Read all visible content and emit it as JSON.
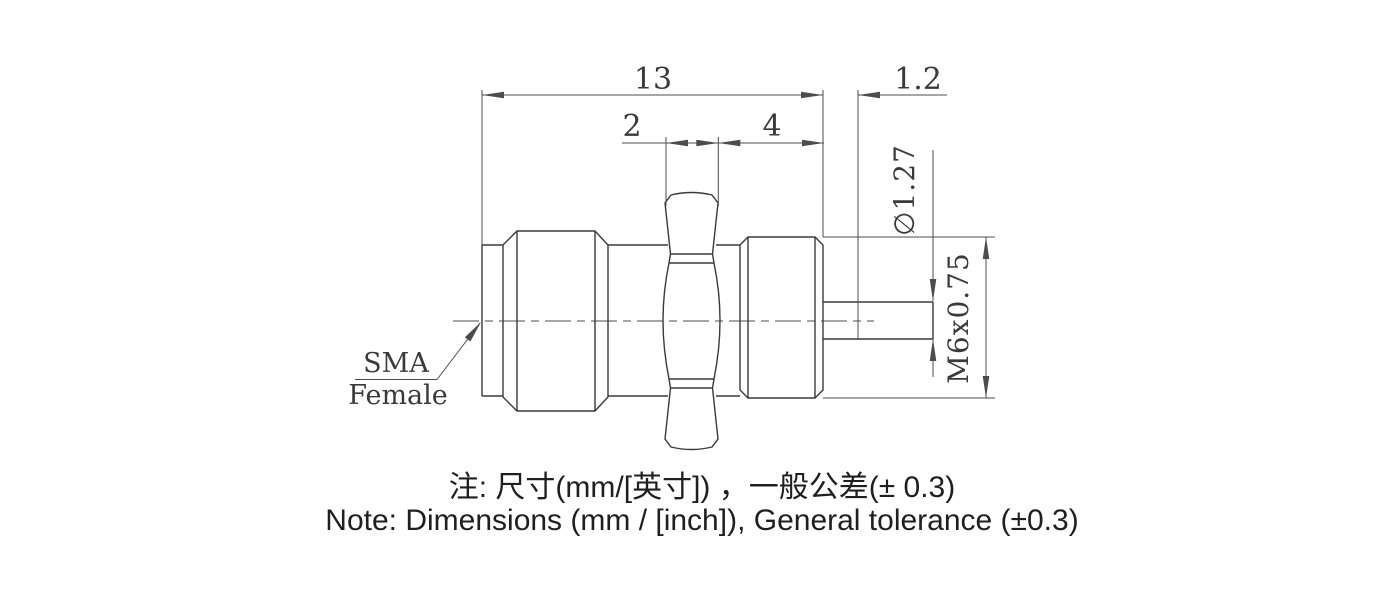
{
  "colors": {
    "background": "#ffffff",
    "object_line": "#3a3a3a",
    "dim_line": "#4c4c4c",
    "text": "#3a3a3a",
    "note_text": "#1f1f1f"
  },
  "dims": {
    "overall_length": "13",
    "hex_width": "2",
    "thread_length": "4",
    "rear_protrusion": "1.2",
    "pin_diameter": "∅1.27",
    "thread_spec": "M6x0.75"
  },
  "part_label": {
    "line1": "SMA",
    "line2": "Female"
  },
  "notes": {
    "chinese": "注: 尺寸(mm/[英寸]) ，一般公差(± 0.3)",
    "english": "Note: Dimensions (mm / [inch]), General tolerance (±0.3)"
  }
}
